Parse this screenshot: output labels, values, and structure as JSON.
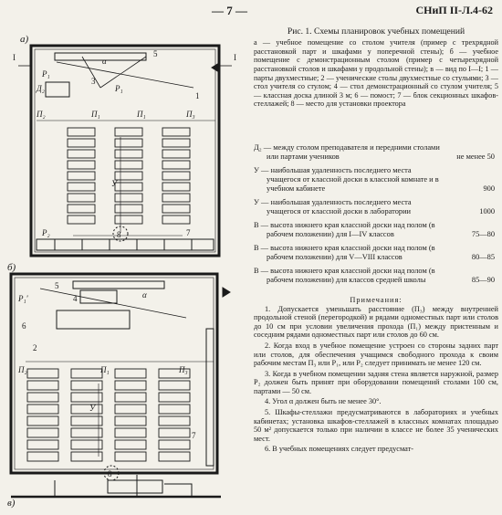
{
  "header": {
    "page_number": "— 7 —",
    "doc_code": "СНиП II-Л.4-62"
  },
  "figure": {
    "caption_title": "Рис. 1. Схемы планировок учебных помещений",
    "caption_body": "а — учебное помещение со столом учителя (пример с трехрядной расстановкой парт и шкафами у поперечной стены); б — учебное помещение с демонстрационным столом (пример с четырехрядной расстановкой столов и шкафами у продольной стены); в — вид по I—I; 1 — парты двухместные; 2 — ученические столы двухместные со стульями; 3 — стол учителя со стулом; 4 — стол демонстрационный со стулом учителя; 5 — классная доска длиной 3 м; 6 — помост; 7 — блок секционных шкафов-стеллажей; 8 — место для установки проектора",
    "plan_labels": {
      "a": "а)",
      "b": "б)",
      "v": "в)",
      "i_left": "I",
      "i_right": "I",
      "n1": "1",
      "n2": "2",
      "n3": "3",
      "n4": "4",
      "n5": "5",
      "n6": "6",
      "n7": "7",
      "n8": "8",
      "p1": "П₁",
      "p2": "П₂",
      "p3": "П₃",
      "pr1": "Р₁",
      "pr2": "Р₂",
      "pr3": "Р₁'",
      "d2": "Д₂",
      "u": "У",
      "alpha": "α"
    }
  },
  "rules": [
    {
      "desc": "Д₂ — между столом преподавателя и передними столами или партами учеников",
      "value": "не менее 50"
    },
    {
      "desc": "У — наибольшая удаленность последнего места учащегося от классной доски в классной комнате и в учебном кабинете",
      "value": "900"
    },
    {
      "desc": "У — наибольшая удаленность последнего места учащегося от классной доски в лаборатории",
      "value": "1000"
    },
    {
      "desc": "В — высота нижнего края классной доски над полом (в рабочем положении) для I—IV классов",
      "value": "75—80"
    },
    {
      "desc": "В — высота нижнего края классной доски над полом (в рабочем положении) для V—VIII классов",
      "value": "80—85"
    },
    {
      "desc": "В — высота нижнего края классной доски над полом (в рабочем положении) для классов средней школы",
      "value": "85—90"
    }
  ],
  "notes": {
    "heading": "Примечания:",
    "items": [
      "1. Допускается уменьшать расстояние (П₃) между внутренней продольной стеной (перегородкой) и рядами одноместных парт или столов до 10 см при условии увеличения прохода (П₁) между пристенным и соседним рядами одноместных парт или столов до 60 см.",
      "2. Когда вход в учебное помещение устроен со стороны задних парт или столов, для обеспечения учащимся свободного прохода к своим рабочим местам П₃ или Р₁, или Р₂ следует принимать не менее 120 см.",
      "3. Когда в учебном помещении задняя стена является наружной, размер Р₂ должен быть принят при оборудовании помещений столами 100 см, партами — 50 см.",
      "4. Угол α должен быть не менее 30°.",
      "5. Шкафы-стеллажи предусматриваются в лабораториях и учебных кабинетах; установка шкафов-стеллажей в классных комнатах площадью 50 м² допускается только при наличии в классе не более 35 ученических мест.",
      "6. В учебных помещениях следует предусмат-"
    ]
  }
}
